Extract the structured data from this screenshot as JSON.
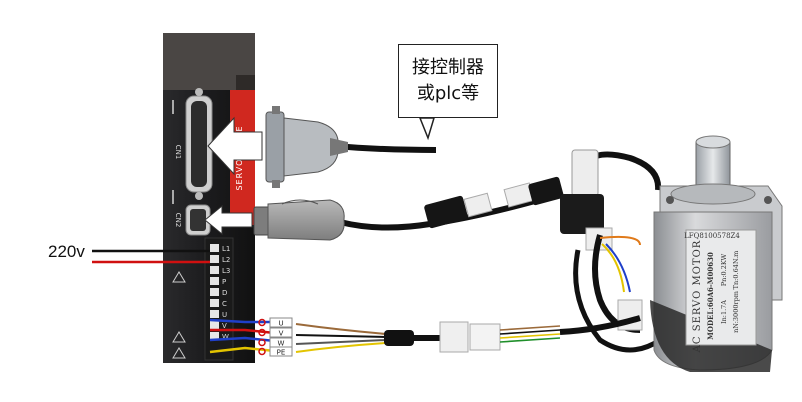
{
  "callout": {
    "line1": "接控制器",
    "line2": "或plc等"
  },
  "supply_label": "220v",
  "drive": {
    "side_text": "SERVO DRIVE",
    "port_cn1": "CN1",
    "port_cn2": "CN2",
    "terminals": [
      "L1",
      "L2",
      "L3",
      "P",
      "D",
      "C",
      "U",
      "V",
      "W"
    ]
  },
  "motor_terminals": [
    "U",
    "V",
    "W",
    "PE"
  ],
  "motor": {
    "title": "AC SERVO MOTOR",
    "model": "MODEL:60A6-M00630",
    "spec1": "Pn:0.2KW",
    "spec2": "In:1.7A",
    "spec3": "Tn:0.64N.m",
    "spec4": "nN:3000rpm",
    "serial": "LFQ8100578Z4"
  },
  "colors": {
    "drive_body": "#1b1b1d",
    "drive_accent": "#d0281f",
    "wire_black": "#111111",
    "wire_red": "#d01010",
    "wire_blue": "#1f3fc9",
    "wire_yellow": "#e3c400",
    "arrow_fill": "#ffffff"
  }
}
